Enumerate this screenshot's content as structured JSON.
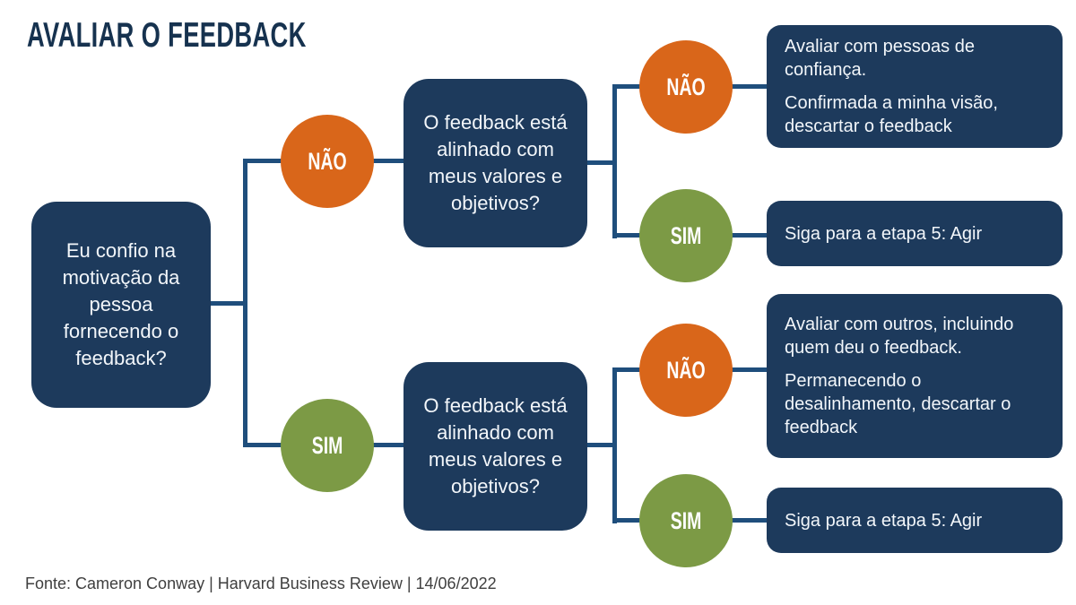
{
  "title": "AVALIAR O FEEDBACK",
  "root": {
    "question": "Eu confio na motivação da pessoa fornecendo o feedback?"
  },
  "branches": [
    {
      "label": "NÃO",
      "question": "O feedback está alinhado com meus valores e objetivos?",
      "outcomes": [
        {
          "label": "NÃO",
          "paragraphs": [
            "Avaliar com pessoas de confiança.",
            "Confirmada a minha visão, descartar o feedback"
          ]
        },
        {
          "label": "SIM",
          "paragraphs": [
            "Siga para a etapa 5: Agir"
          ]
        }
      ]
    },
    {
      "label": "SIM",
      "question": "O feedback está alinhado com meus valores e objetivos?",
      "outcomes": [
        {
          "label": "NÃO",
          "paragraphs": [
            "Avaliar com outros, incluindo quem deu o feedback.",
            "Permanecendo o desalinhamento, descartar o feedback"
          ]
        },
        {
          "label": "SIM",
          "paragraphs": [
            "Siga para a etapa 5: Agir"
          ]
        }
      ]
    }
  ],
  "footer": "Fonte: Cameron Conway | Harvard Business Review | 14/06/2022",
  "colors": {
    "navy_box": "#1d3a5c",
    "connector": "#1f4e7c",
    "orange": "#d9661a",
    "green": "#7c9a45",
    "title_text": "#16324f",
    "box_text": "#f2f6fa",
    "footer_text": "#3f3f3f"
  }
}
